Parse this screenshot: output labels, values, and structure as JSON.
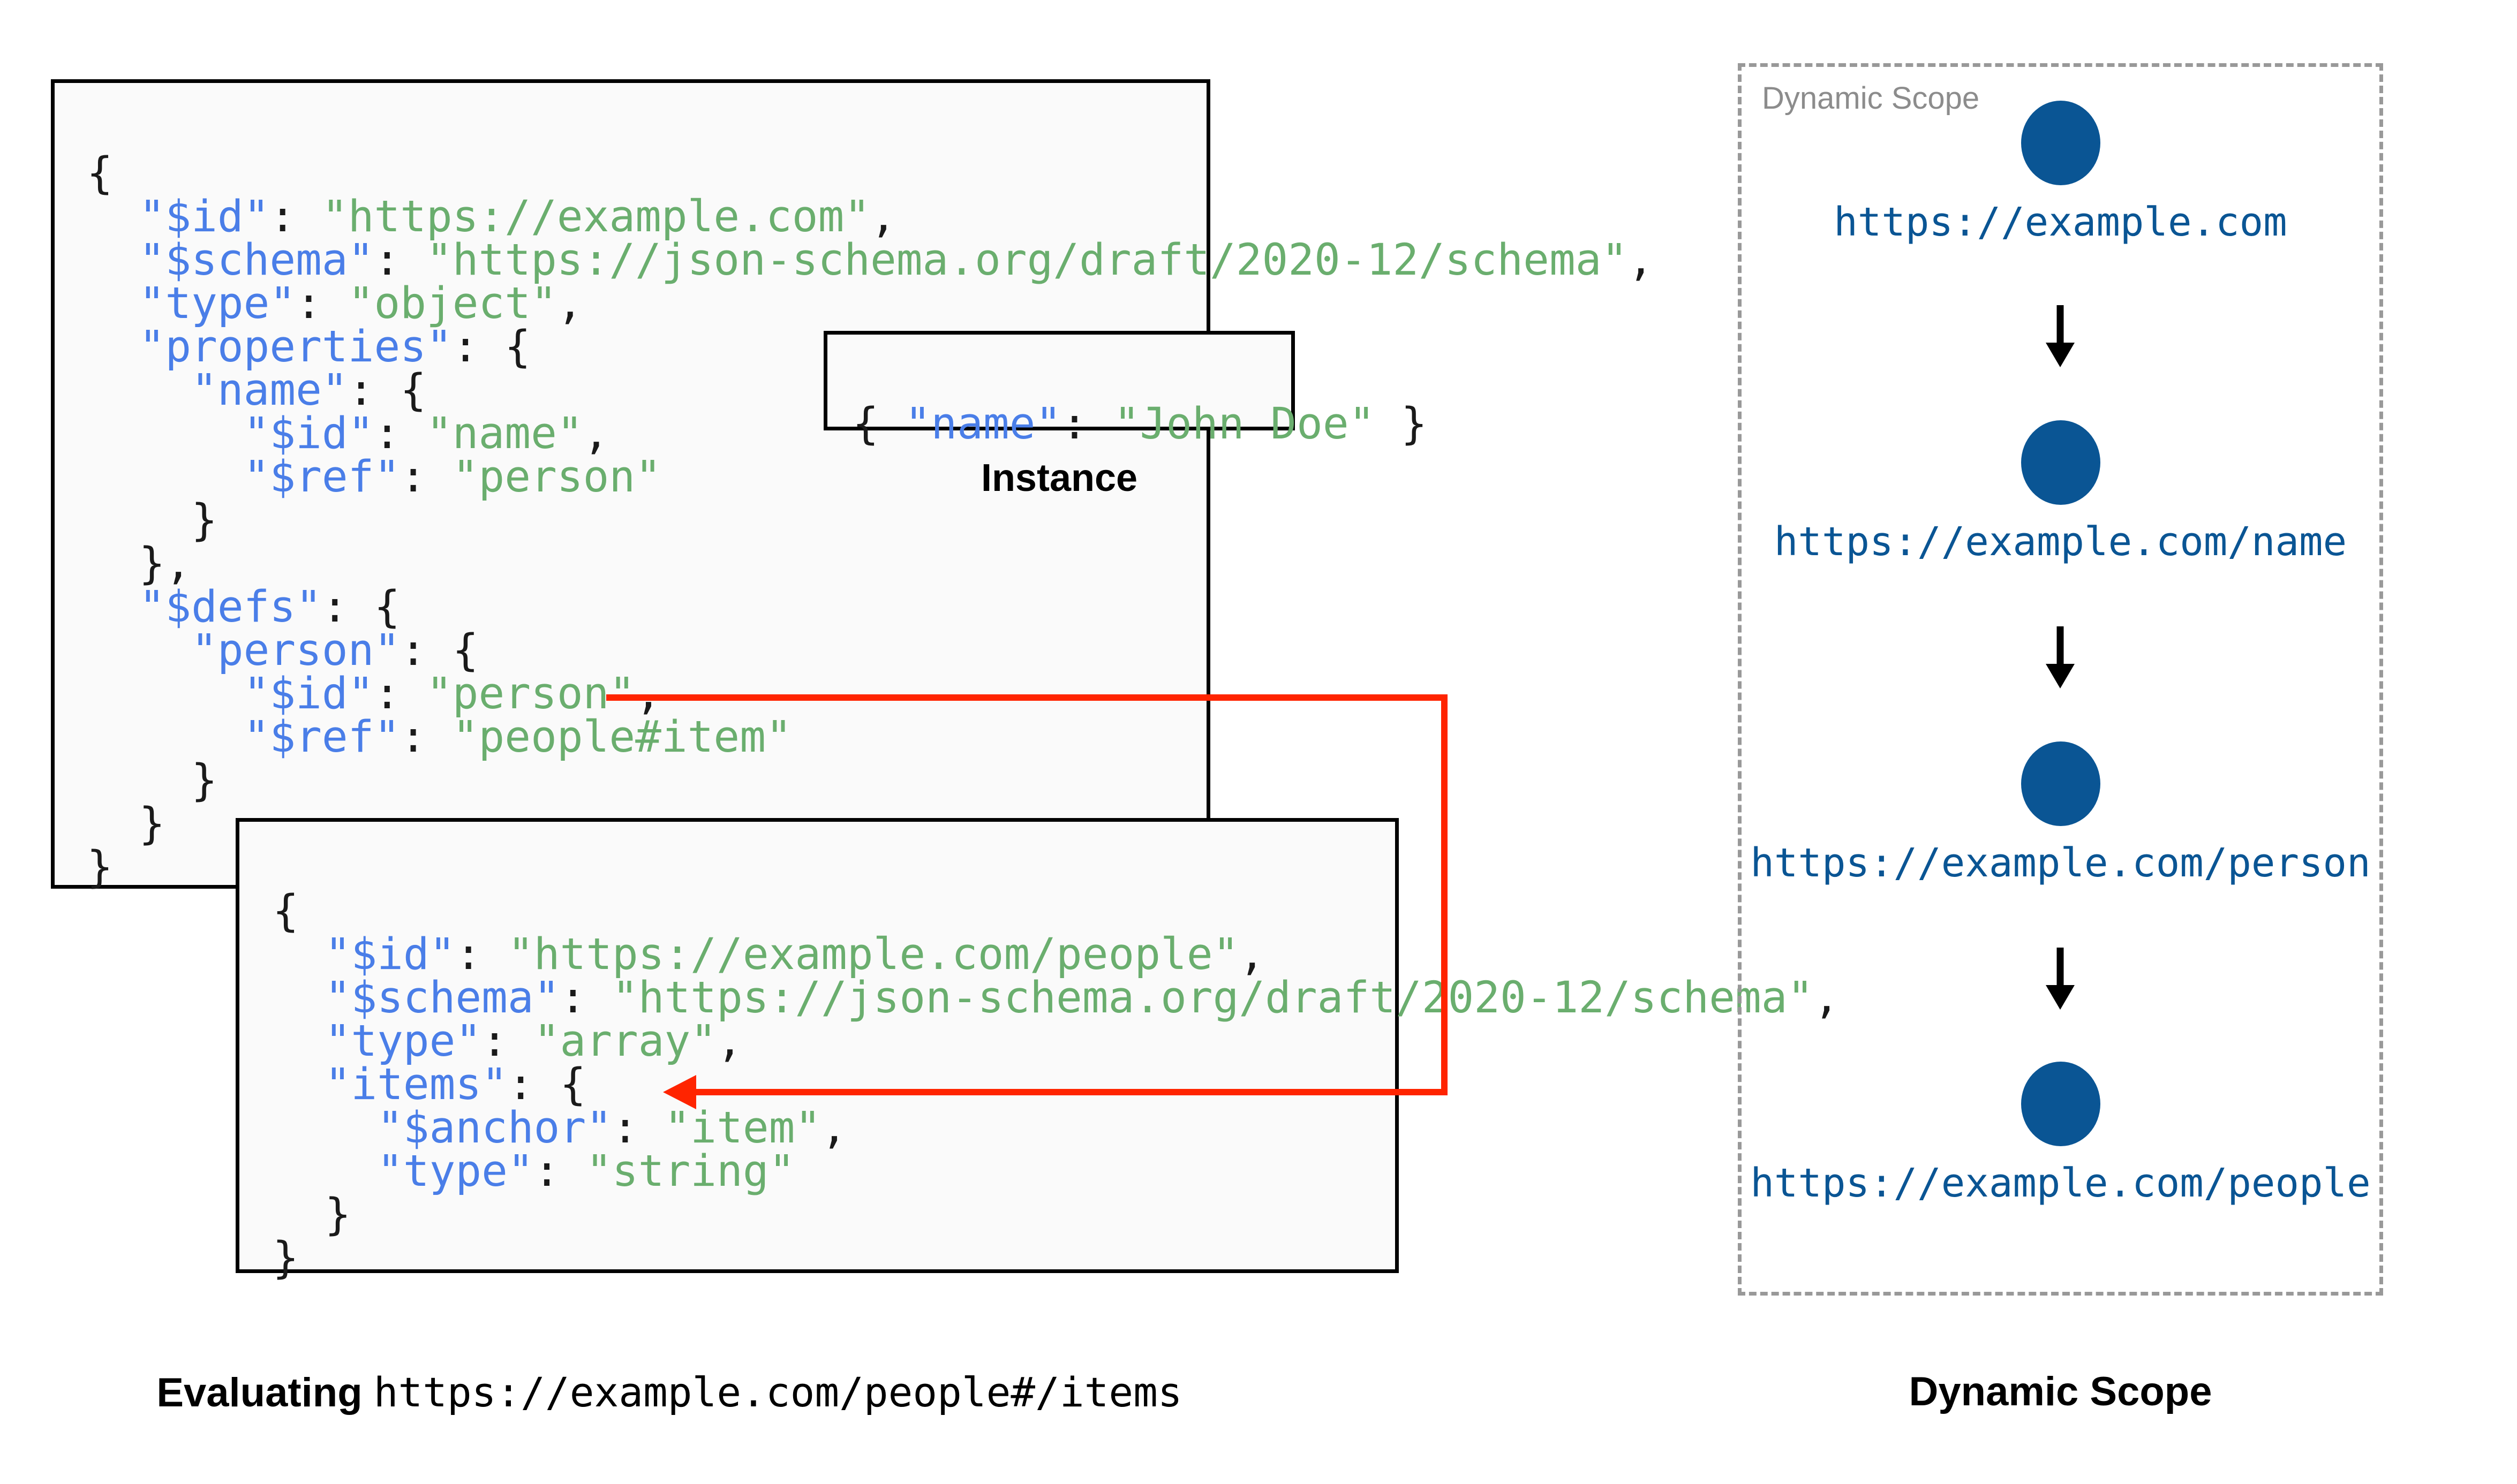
{
  "schema_box_1": {
    "lines": [
      [
        {
          "t": "{",
          "c": "p"
        }
      ],
      [
        {
          "t": "  ",
          "c": "p"
        },
        {
          "t": "\"$id\"",
          "c": "k"
        },
        {
          "t": ": ",
          "c": "p"
        },
        {
          "t": "\"https://example.com\"",
          "c": "s"
        },
        {
          "t": ",",
          "c": "p"
        }
      ],
      [
        {
          "t": "  ",
          "c": "p"
        },
        {
          "t": "\"$schema\"",
          "c": "k"
        },
        {
          "t": ": ",
          "c": "p"
        },
        {
          "t": "\"https://json-schema.org/draft/2020-12/schema\"",
          "c": "s"
        },
        {
          "t": ",",
          "c": "p"
        }
      ],
      [
        {
          "t": "  ",
          "c": "p"
        },
        {
          "t": "\"type\"",
          "c": "k"
        },
        {
          "t": ": ",
          "c": "p"
        },
        {
          "t": "\"object\"",
          "c": "s"
        },
        {
          "t": ",",
          "c": "p"
        }
      ],
      [
        {
          "t": "  ",
          "c": "p"
        },
        {
          "t": "\"properties\"",
          "c": "k"
        },
        {
          "t": ": {",
          "c": "p"
        }
      ],
      [
        {
          "t": "    ",
          "c": "p"
        },
        {
          "t": "\"name\"",
          "c": "k"
        },
        {
          "t": ": {",
          "c": "p"
        }
      ],
      [
        {
          "t": "      ",
          "c": "p"
        },
        {
          "t": "\"$id\"",
          "c": "k"
        },
        {
          "t": ": ",
          "c": "p"
        },
        {
          "t": "\"name\"",
          "c": "s"
        },
        {
          "t": ",",
          "c": "p"
        }
      ],
      [
        {
          "t": "      ",
          "c": "p"
        },
        {
          "t": "\"$ref\"",
          "c": "k"
        },
        {
          "t": ": ",
          "c": "p"
        },
        {
          "t": "\"person\"",
          "c": "s"
        }
      ],
      [
        {
          "t": "    }",
          "c": "p"
        }
      ],
      [
        {
          "t": "  },",
          "c": "p"
        }
      ],
      [
        {
          "t": "  ",
          "c": "p"
        },
        {
          "t": "\"$defs\"",
          "c": "k"
        },
        {
          "t": ": {",
          "c": "p"
        }
      ],
      [
        {
          "t": "    ",
          "c": "p"
        },
        {
          "t": "\"person\"",
          "c": "k"
        },
        {
          "t": ": {",
          "c": "p"
        }
      ],
      [
        {
          "t": "      ",
          "c": "p"
        },
        {
          "t": "\"$id\"",
          "c": "k"
        },
        {
          "t": ": ",
          "c": "p"
        },
        {
          "t": "\"person\"",
          "c": "s"
        },
        {
          "t": ",",
          "c": "p"
        }
      ],
      [
        {
          "t": "      ",
          "c": "p"
        },
        {
          "t": "\"$ref\"",
          "c": "k"
        },
        {
          "t": ": ",
          "c": "p"
        },
        {
          "t": "\"people#item\"",
          "c": "s"
        }
      ],
      [
        {
          "t": "    }",
          "c": "p"
        }
      ],
      [
        {
          "t": "  }",
          "c": "p"
        }
      ],
      [
        {
          "t": "}",
          "c": "p"
        }
      ]
    ]
  },
  "instance_box": {
    "caption": "Instance",
    "lines": [
      [
        {
          "t": "{ ",
          "c": "p"
        },
        {
          "t": "\"name\"",
          "c": "k"
        },
        {
          "t": ": ",
          "c": "p"
        },
        {
          "t": "\"John Doe\"",
          "c": "s"
        },
        {
          "t": " }",
          "c": "p"
        }
      ]
    ]
  },
  "schema_box_2": {
    "lines": [
      [
        {
          "t": "{",
          "c": "p"
        }
      ],
      [
        {
          "t": "  ",
          "c": "p"
        },
        {
          "t": "\"$id\"",
          "c": "k"
        },
        {
          "t": ": ",
          "c": "p"
        },
        {
          "t": "\"https://example.com/people\"",
          "c": "s"
        },
        {
          "t": ",",
          "c": "p"
        }
      ],
      [
        {
          "t": "  ",
          "c": "p"
        },
        {
          "t": "\"$schema\"",
          "c": "k"
        },
        {
          "t": ": ",
          "c": "p"
        },
        {
          "t": "\"https://json-schema.org/draft/2020-12/schema\"",
          "c": "s"
        },
        {
          "t": ",",
          "c": "p"
        }
      ],
      [
        {
          "t": "  ",
          "c": "p"
        },
        {
          "t": "\"type\"",
          "c": "k"
        },
        {
          "t": ": ",
          "c": "p"
        },
        {
          "t": "\"array\"",
          "c": "s"
        },
        {
          "t": ",",
          "c": "p"
        }
      ],
      [
        {
          "t": "  ",
          "c": "p"
        },
        {
          "t": "\"items\"",
          "c": "k"
        },
        {
          "t": ": {",
          "c": "p"
        }
      ],
      [
        {
          "t": "    ",
          "c": "p"
        },
        {
          "t": "\"$anchor\"",
          "c": "k"
        },
        {
          "t": ": ",
          "c": "p"
        },
        {
          "t": "\"item\"",
          "c": "s"
        },
        {
          "t": ",",
          "c": "p"
        }
      ],
      [
        {
          "t": "    ",
          "c": "p"
        },
        {
          "t": "\"type\"",
          "c": "k"
        },
        {
          "t": ": ",
          "c": "p"
        },
        {
          "t": "\"string\"",
          "c": "s"
        }
      ],
      [
        {
          "t": "  }",
          "c": "p"
        }
      ],
      [
        {
          "t": "}",
          "c": "p"
        }
      ]
    ]
  },
  "reference_arrow": {
    "color": "#FF2400",
    "from": "\"$ref\": \"people#item\"",
    "to": "\"$anchor\": \"item\""
  },
  "captions": {
    "evaluating_prefix": "Evaluating ",
    "evaluating_uri": "https://example.com/people#/items",
    "dynamic_scope": "Dynamic Scope"
  },
  "dynamic_scope": {
    "panel_label": "Dynamic Scope",
    "node_color": "#0A5594",
    "border_color": "#999999",
    "nodes": [
      {
        "label": "https://example.com"
      },
      {
        "label": "https://example.com/name"
      },
      {
        "label": "https://example.com/person"
      },
      {
        "label": "https://example.com/people"
      }
    ]
  }
}
